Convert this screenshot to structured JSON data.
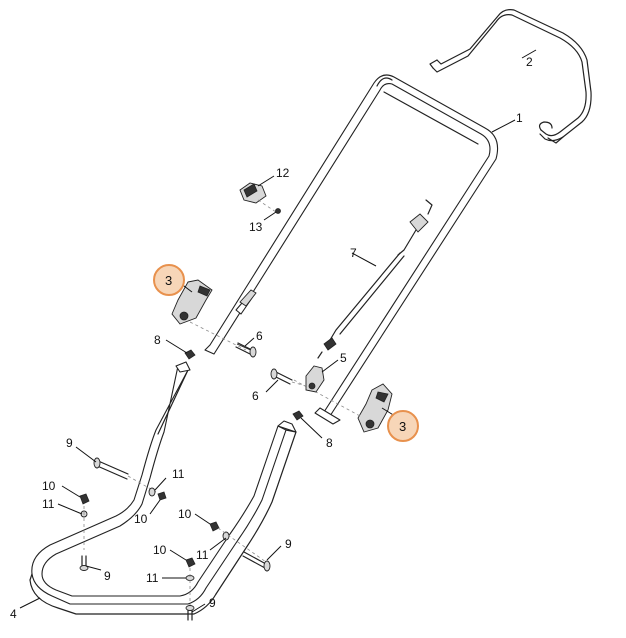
{
  "callouts": [
    {
      "id": "c1",
      "label": "1"
    },
    {
      "id": "c2",
      "label": "2"
    },
    {
      "id": "c3a",
      "label": "3"
    },
    {
      "id": "c3b",
      "label": "3"
    },
    {
      "id": "c4",
      "label": "4"
    },
    {
      "id": "c5",
      "label": "5"
    },
    {
      "id": "c6a",
      "label": "6"
    },
    {
      "id": "c6b",
      "label": "6"
    },
    {
      "id": "c7",
      "label": "7"
    },
    {
      "id": "c8a",
      "label": "8"
    },
    {
      "id": "c8b",
      "label": "8"
    },
    {
      "id": "c9a",
      "label": "9"
    },
    {
      "id": "c9b",
      "label": "9"
    },
    {
      "id": "c9c",
      "label": "9"
    },
    {
      "id": "c9d",
      "label": "9"
    },
    {
      "id": "c10a",
      "label": "10"
    },
    {
      "id": "c10b",
      "label": "10"
    },
    {
      "id": "c10c",
      "label": "10"
    },
    {
      "id": "c10d",
      "label": "10"
    },
    {
      "id": "c11a",
      "label": "11"
    },
    {
      "id": "c11b",
      "label": "11"
    },
    {
      "id": "c11c",
      "label": "11"
    },
    {
      "id": "c11d",
      "label": "11"
    },
    {
      "id": "c12",
      "label": "12"
    },
    {
      "id": "c13",
      "label": "13"
    }
  ],
  "highlight_color": "#e8914d"
}
